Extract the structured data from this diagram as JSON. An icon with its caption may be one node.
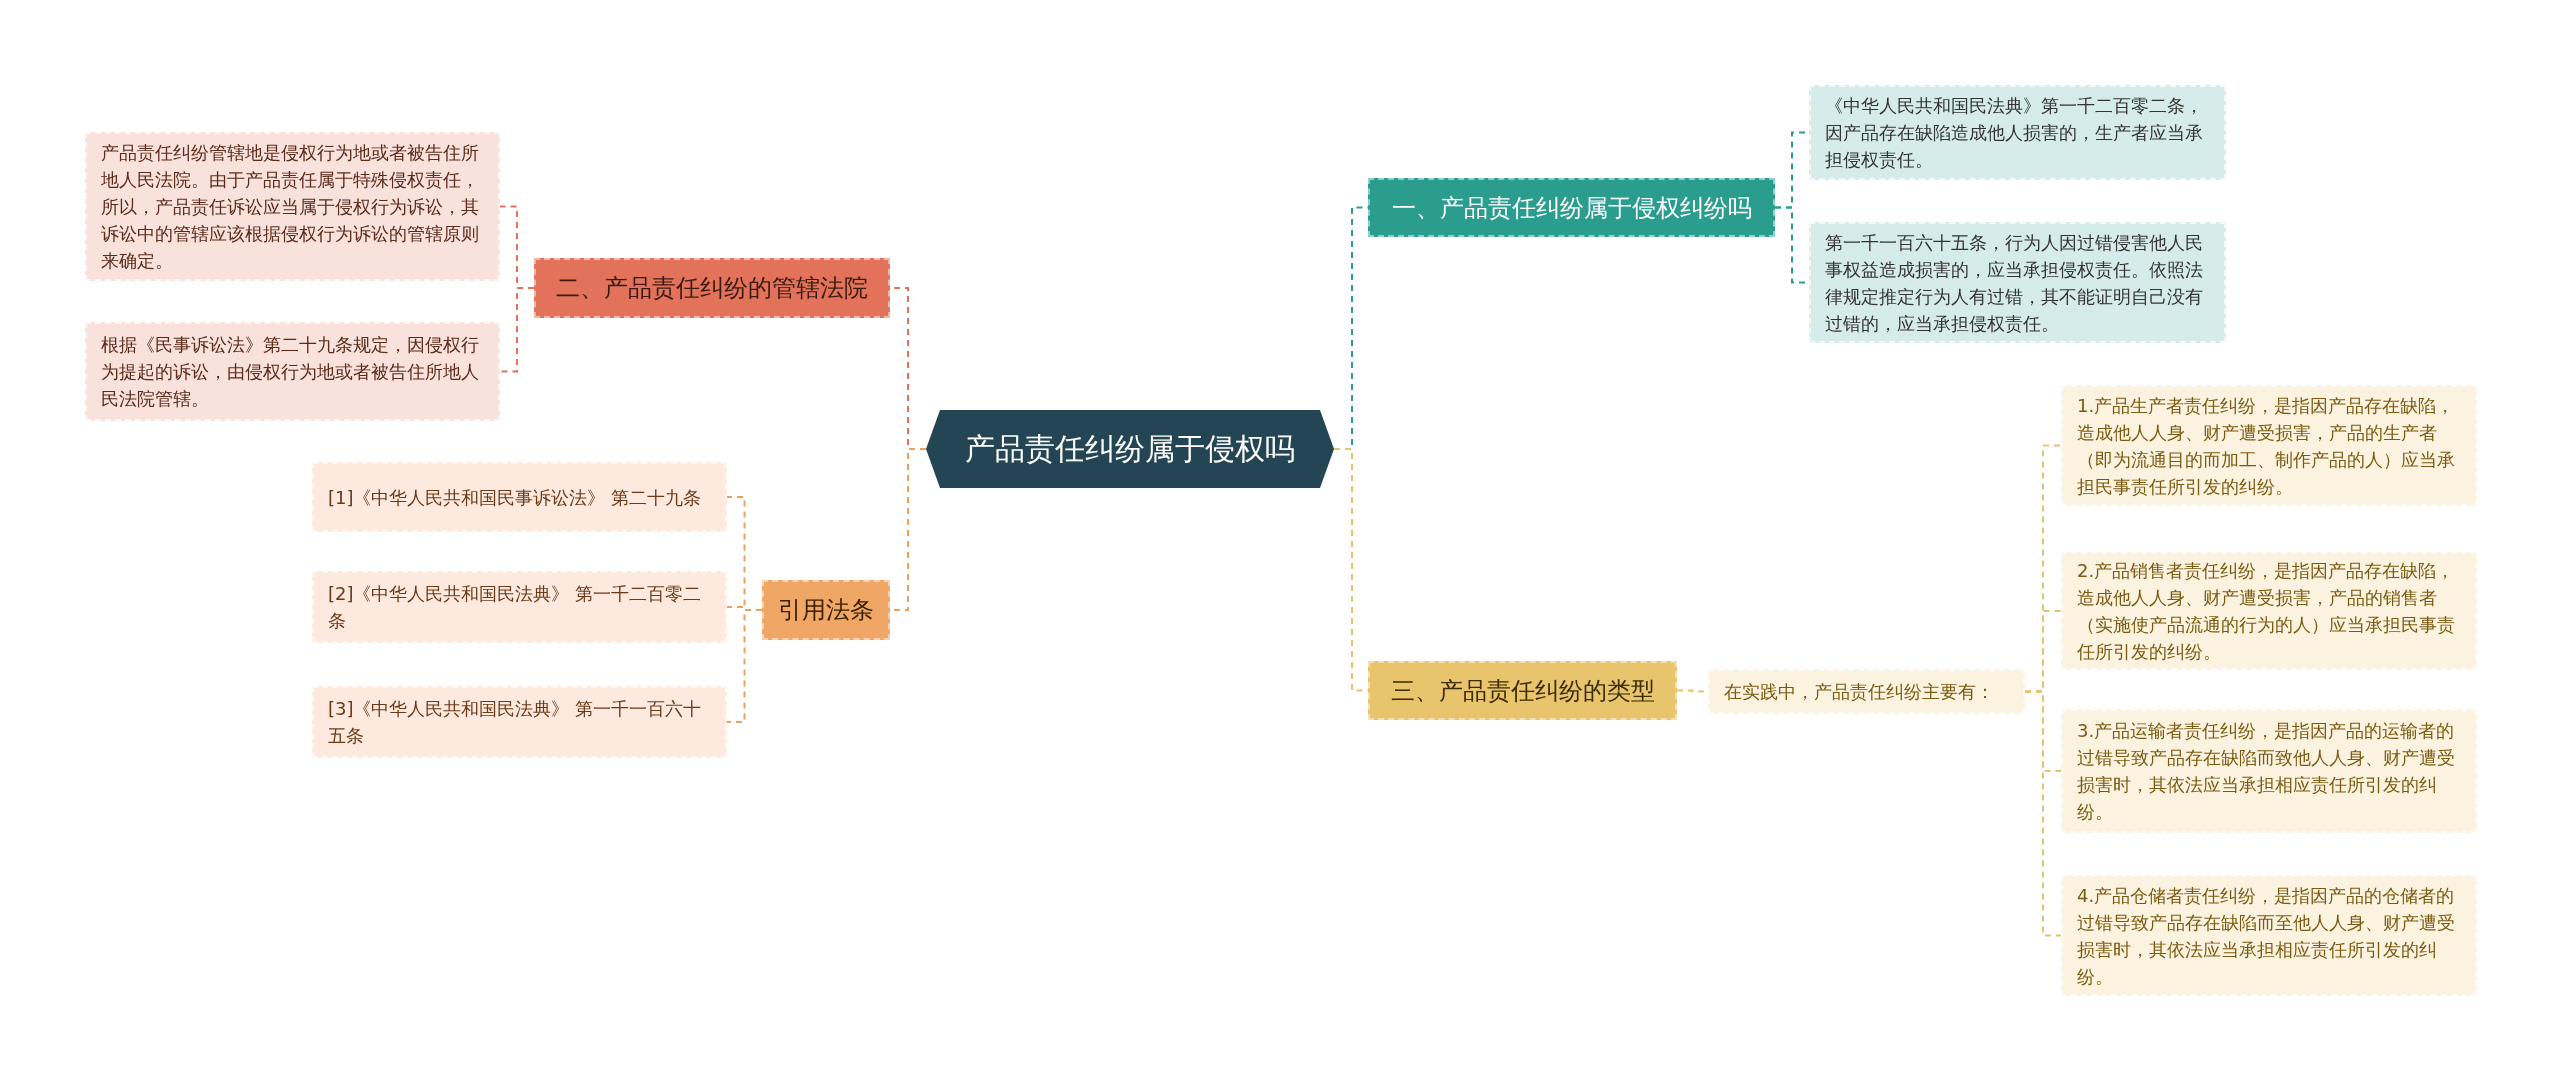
{
  "diagram": {
    "nodes": [
      {
        "text": [
          "产品责任纠纷属于侵权吗"
        ]
      },
      {
        "text": [
          "一、产品责任纠纷属于侵权纠纷吗"
        ]
      },
      {
        "text": [
          "《中华人民共和国民法典》第一千二百零二条，因产品存在缺陷造成他人损害的，生产者应当承担侵权责任。"
        ]
      },
      {
        "text": [
          "第一千一百六十五条，行为人因过错侵害他人民事权益造成损害的，应当承担侵权责任。依照法律规定推定行为人有过错，其不能证明自己没有过错的，应当承担侵权责任。"
        ]
      },
      {
        "text": [
          "三、产品责任纠纷的类型"
        ]
      },
      {
        "text": [
          "在实践中，产品责任纠纷主要有："
        ]
      },
      {
        "text": [
          "1.产品生产者责任纠纷，是指因产品存在缺陷，造成他人人身、财产遭受损害，产品的生产者（即为流通目的而加工、制作产品的人）应当承担民事责任所引发的纠纷。"
        ]
      },
      {
        "text": [
          "2.产品销售者责任纠纷，是指因产品存在缺陷，造成他人人身、财产遭受损害，产品的销售者（实施使产品流通的行为的人）应当承担民事责任所引发的纠纷。"
        ]
      },
      {
        "text": [
          "3.产品运输者责任纠纷，是指因产品的运输者的过错导致产品存在缺陷而致他人人身、财产遭受损害时，其依法应当承担相应责任所引发的纠纷。"
        ]
      },
      {
        "text": [
          "4.产品仓储者责任纠纷，是指因产品的仓储者的过错导致产品存在缺陷而至他人人身、财产遭受损害时，其依法应当承担相应责任所引发的纠纷。"
        ]
      },
      {
        "text": [
          "二、产品责任纠纷的管辖法院"
        ]
      },
      {
        "text": [
          "产品责任纠纷管辖地是侵权行为地或者被告住所地人民法院。由于产品责任属于特殊侵权责任，所以，产品责任诉讼应当属于侵权行为诉讼，其诉讼中的管辖应该根据侵权行为诉讼的管辖原则来确定。"
        ]
      },
      {
        "text": [
          "根据《民事诉讼法》第二十九条规定，因侵权行为提起的诉讼，由侵权行为地或者被告住所地人民法院管辖。"
        ]
      },
      {
        "text": [
          "引用法条"
        ]
      },
      {
        "text": [
          "[1]《中华人民共和国民事诉讼法》 第二十九条"
        ]
      },
      {
        "text": [
          "[2]《中华人民共和国民法典》 第一千二百零二条"
        ]
      },
      {
        "text": [
          "[3]《中华人民共和国民法典》 第一千一百六十五条"
        ]
      }
    ],
    "edges": [
      {
        "from": 0,
        "to": 1,
        "arrow": "none",
        "color": "#2a9d8f"
      },
      {
        "from": 1,
        "to": 2,
        "arrow": "none",
        "color": "#2a9d8f"
      },
      {
        "from": 1,
        "to": 3,
        "arrow": "none",
        "color": "#2a9d8f"
      },
      {
        "from": 0,
        "to": 4,
        "arrow": "none",
        "color": "#e3c36e"
      },
      {
        "from": 4,
        "to": 5,
        "arrow": "none",
        "color": "#e3c36e"
      },
      {
        "from": 5,
        "to": 6,
        "arrow": "none",
        "color": "#e3c36e"
      },
      {
        "from": 5,
        "to": 7,
        "arrow": "none",
        "color": "#e3c36e"
      },
      {
        "from": 5,
        "to": 8,
        "arrow": "none",
        "color": "#e3c36e"
      },
      {
        "from": 5,
        "to": 9,
        "arrow": "none",
        "color": "#e3c36e"
      },
      {
        "from": 0,
        "to": 10,
        "arrow": "none",
        "color": "#e2735a"
      },
      {
        "from": 10,
        "to": 11,
        "arrow": "none",
        "color": "#e2735a"
      },
      {
        "from": 10,
        "to": 12,
        "arrow": "none",
        "color": "#e2735a"
      },
      {
        "from": 0,
        "to": 13,
        "arrow": "none",
        "color": "#eca060"
      },
      {
        "from": 13,
        "to": 14,
        "arrow": "none",
        "color": "#eca060"
      },
      {
        "from": 13,
        "to": 15,
        "arrow": "none",
        "color": "#eca060"
      },
      {
        "from": 13,
        "to": 16,
        "arrow": "none",
        "color": "#eca060"
      }
    ]
  }
}
